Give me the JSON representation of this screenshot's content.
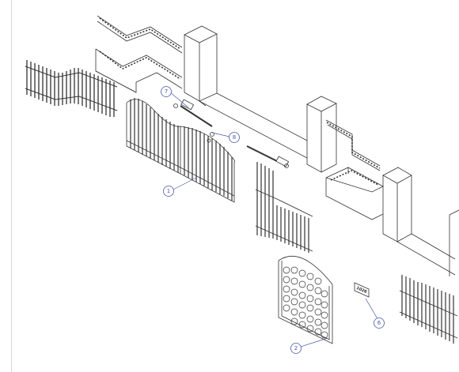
{
  "drawing": {
    "callouts": [
      {
        "id": "balloon-1",
        "label": "1"
      },
      {
        "id": "balloon-2",
        "label": "2"
      },
      {
        "id": "balloon-6",
        "label": "6"
      },
      {
        "id": "balloon-7",
        "label": "7"
      },
      {
        "id": "balloon-8",
        "label": "8"
      }
    ],
    "house_sign_text": "1026",
    "colors": {
      "line": "#333333",
      "callout": "#4a59a8",
      "frame": "#d8d8d8",
      "background": "#ffffff"
    }
  }
}
